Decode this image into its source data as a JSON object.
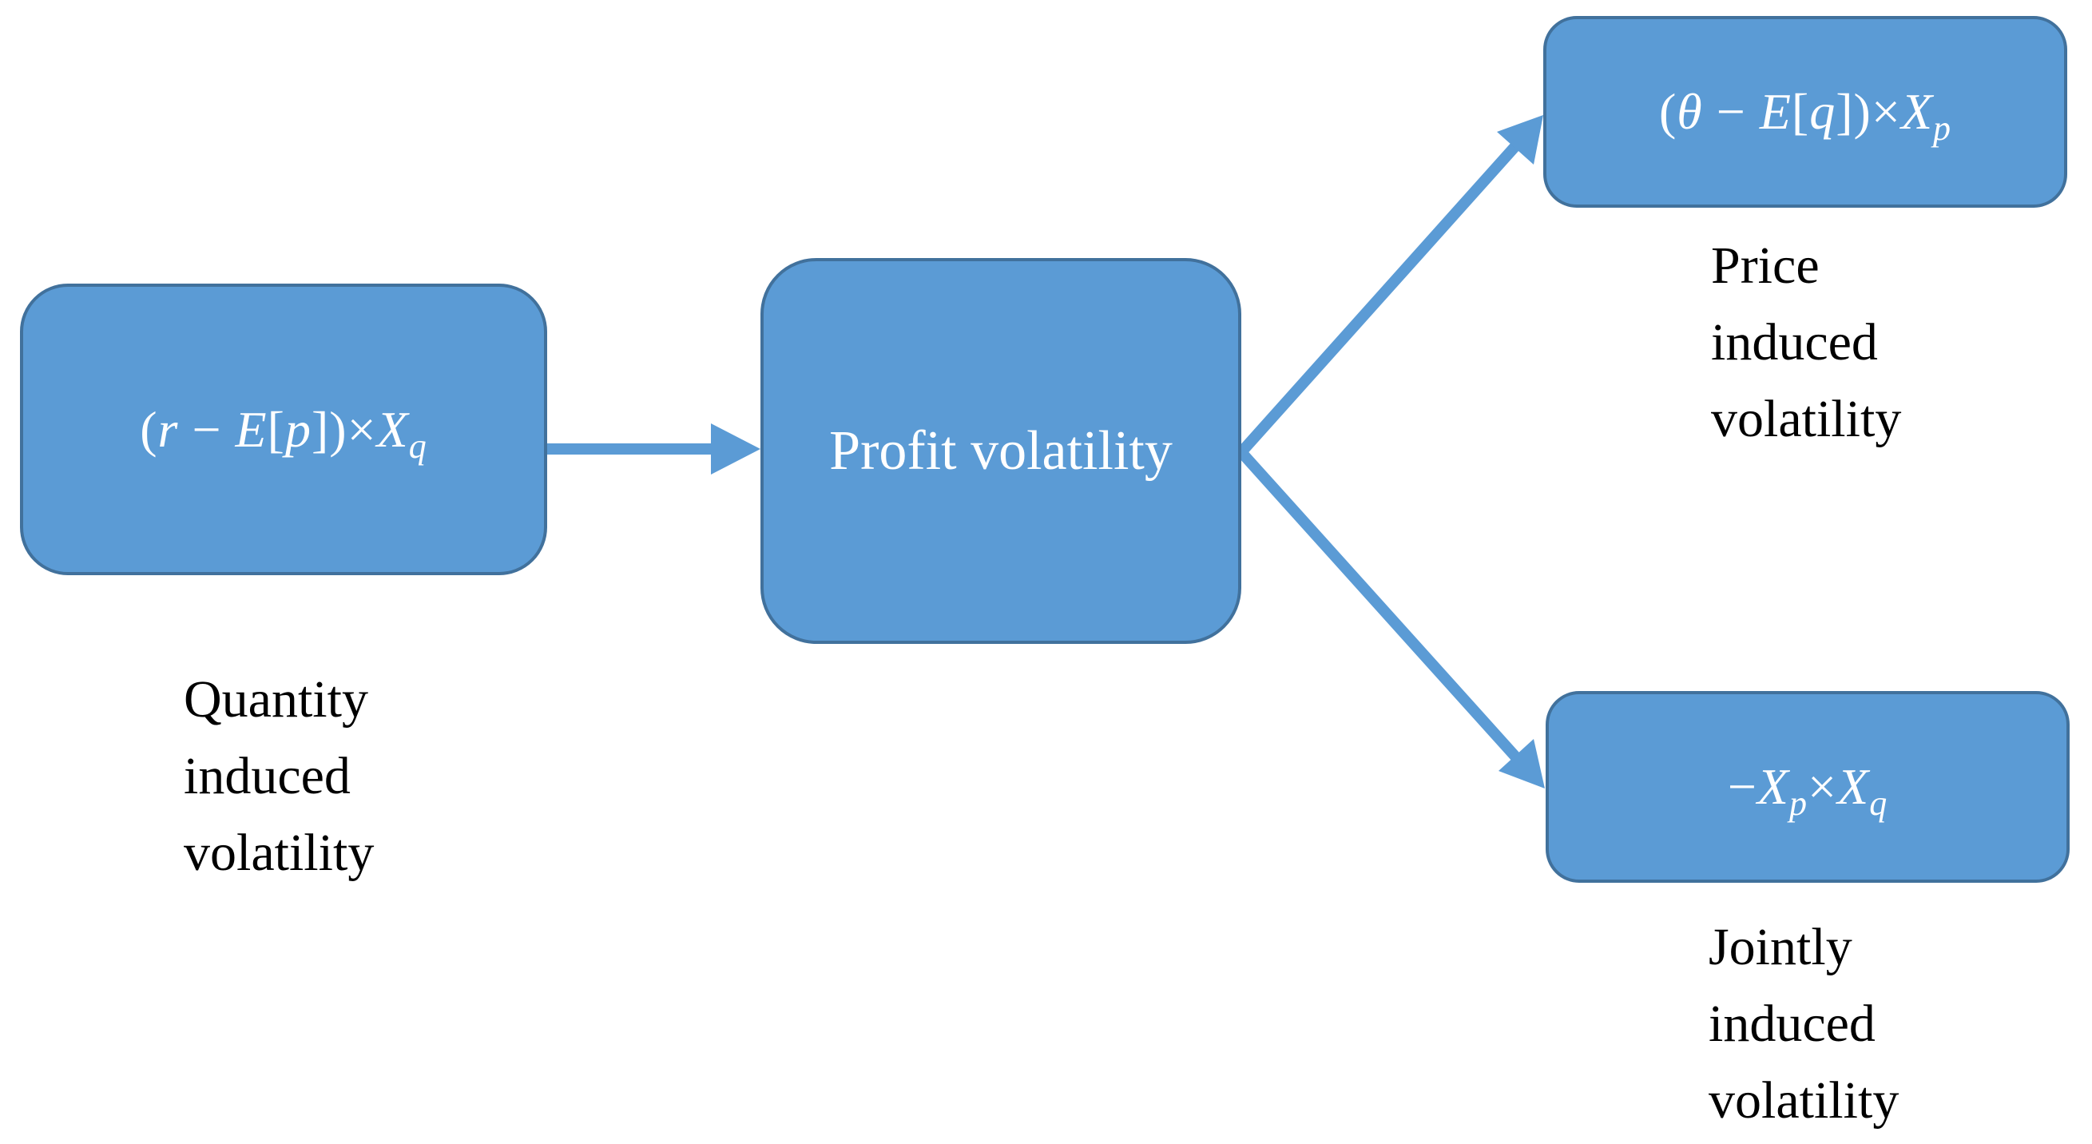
{
  "diagram": {
    "colors": {
      "box_fill": "#5b9bd5",
      "box_border": "#41719c",
      "arrow": "#5b9bd5",
      "box_text": "#ffffff",
      "caption_text": "#000000"
    },
    "nodes": {
      "quantity": {
        "formula": {
          "open": "(",
          "var1": "r",
          "minus": " − ",
          "expect": "E",
          "bracket_open": "[",
          "var2": "p",
          "bracket_close": "])×",
          "base": "X",
          "sub": "q"
        },
        "caption": [
          "Quantity",
          "induced",
          "volatility"
        ]
      },
      "profit": {
        "label": "Profit volatility"
      },
      "price": {
        "formula": {
          "open": "(",
          "var1": "θ",
          "minus": " − ",
          "expect": "E",
          "bracket_open": "[",
          "var2": "q",
          "bracket_close": "])×",
          "base": "X",
          "sub": "p"
        },
        "caption": [
          "Price",
          "induced",
          "volatility"
        ]
      },
      "joint": {
        "formula": {
          "minus": "−",
          "base1": "X",
          "sub1": "p",
          "times": "×",
          "base2": "X",
          "sub2": "q"
        },
        "caption": [
          "Jointly",
          "induced",
          "volatility"
        ]
      }
    },
    "edges": [
      {
        "from": "quantity",
        "to": "profit"
      },
      {
        "from": "profit",
        "to": "price"
      },
      {
        "from": "profit",
        "to": "joint"
      }
    ]
  }
}
